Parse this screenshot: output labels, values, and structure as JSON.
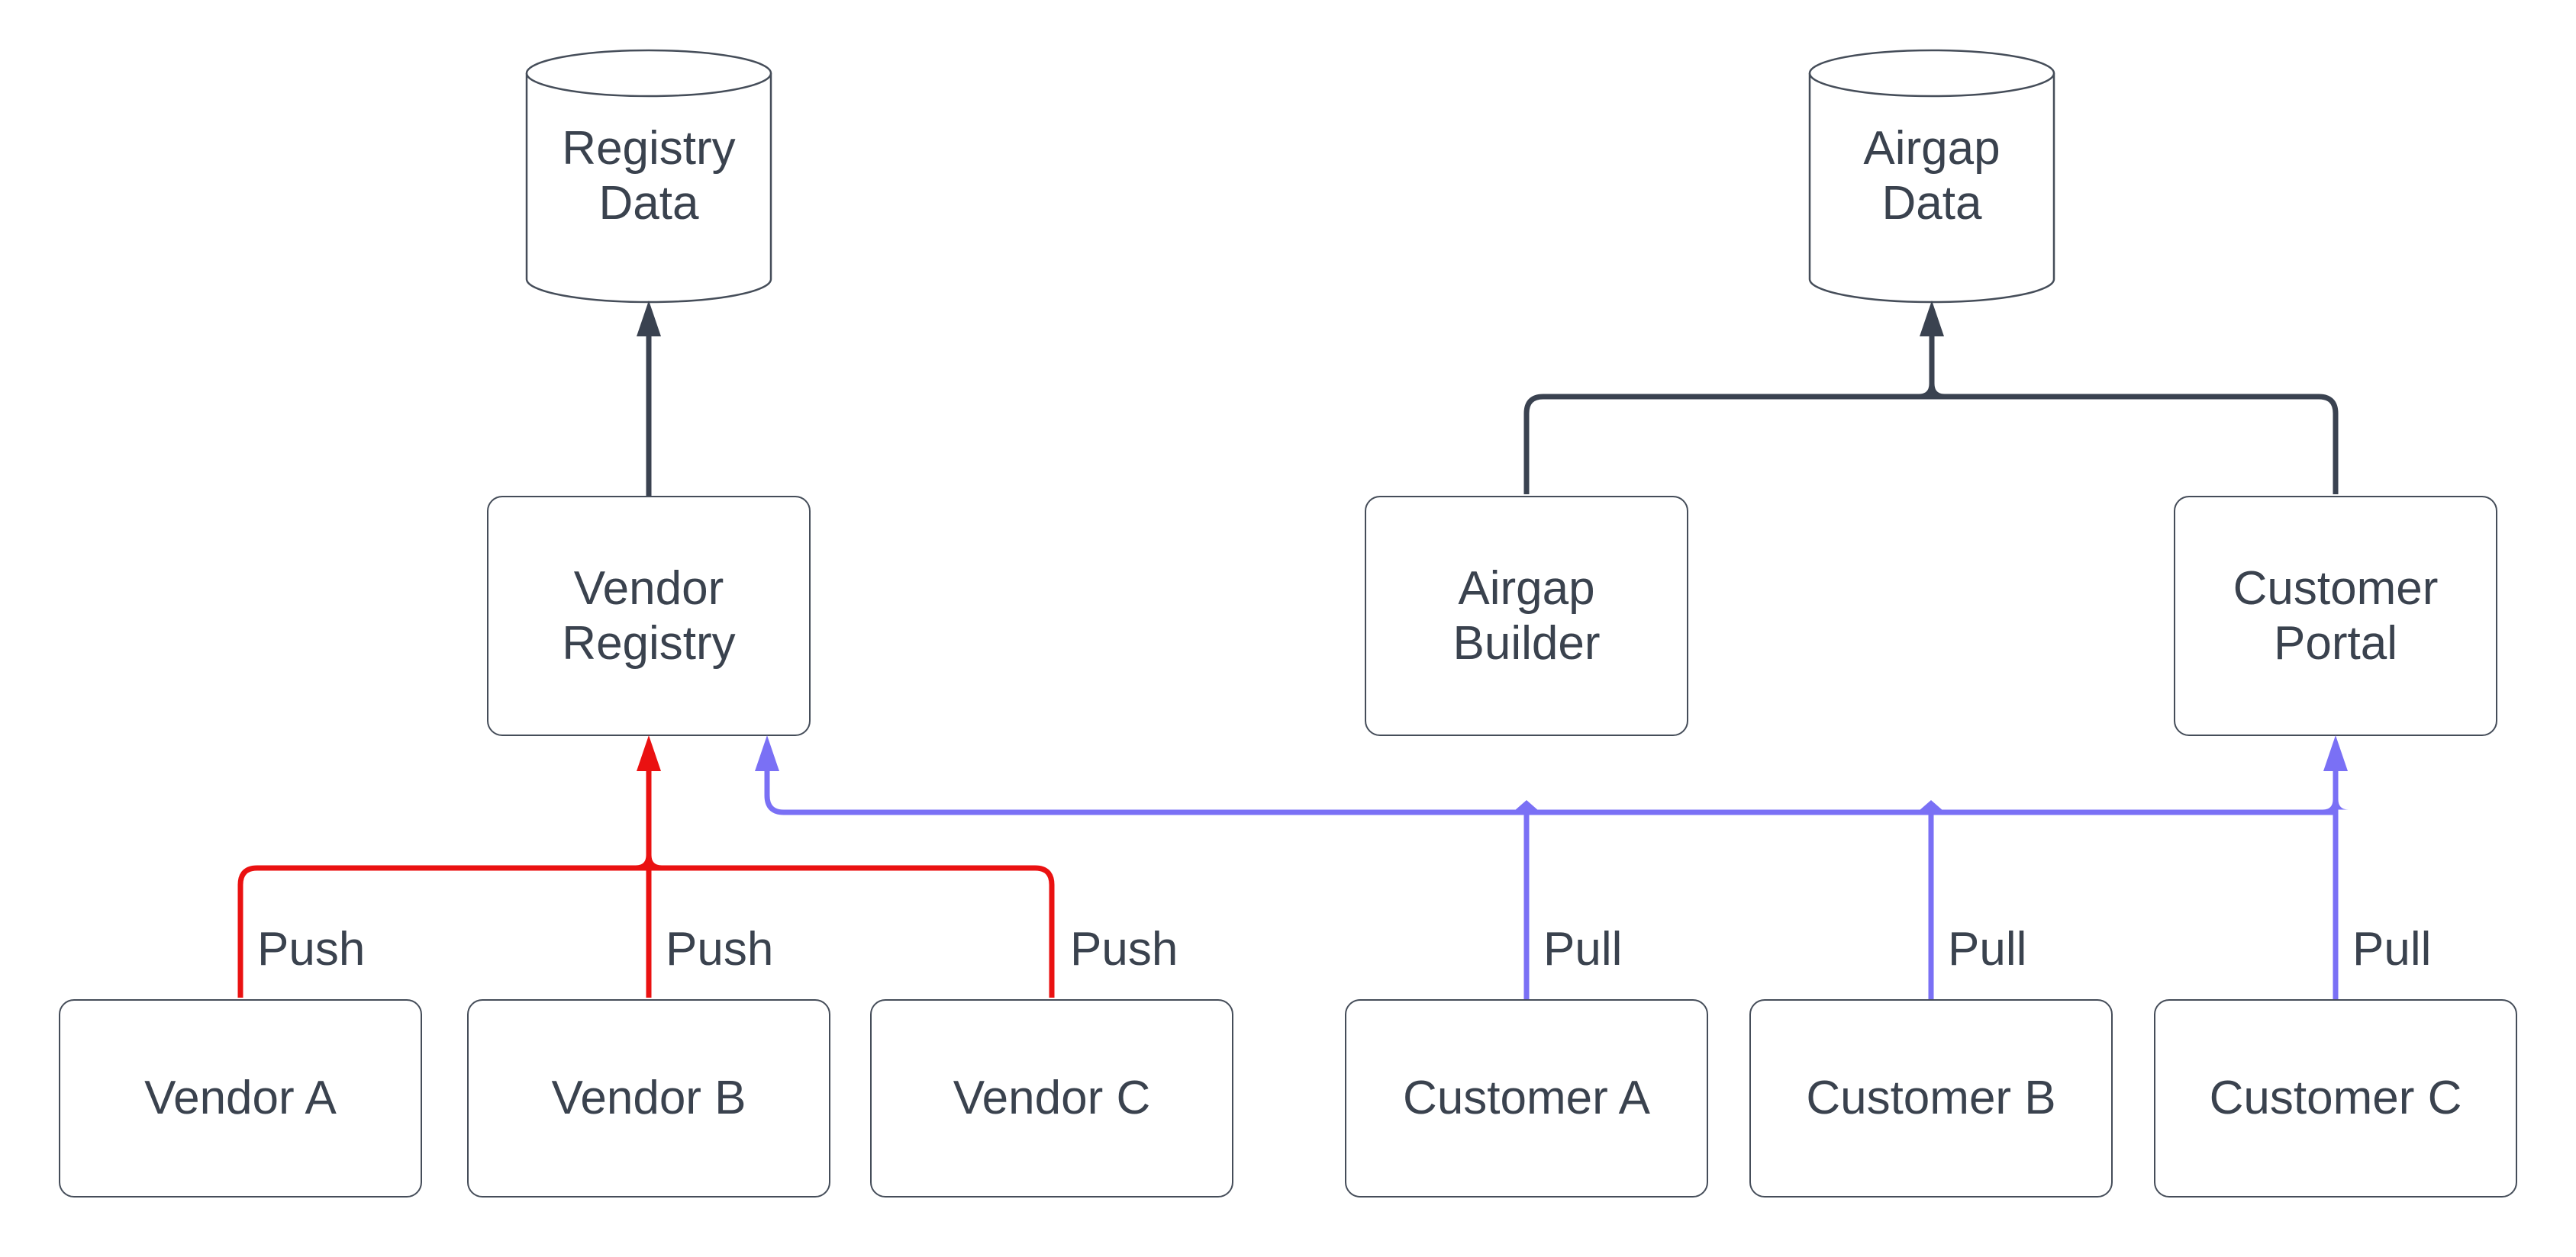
{
  "diagram": {
    "databases": {
      "registry_data": {
        "label": "Registry\nData"
      },
      "airgap_data": {
        "label": "Airgap\nData"
      }
    },
    "services": {
      "vendor_registry": {
        "label": "Vendor\nRegistry"
      },
      "airgap_builder": {
        "label": "Airgap\nBuilder"
      },
      "customer_portal": {
        "label": "Customer\nPortal"
      }
    },
    "vendors": [
      {
        "label": "Vendor A"
      },
      {
        "label": "Vendor B"
      },
      {
        "label": "Vendor C"
      }
    ],
    "customers": [
      {
        "label": "Customer A"
      },
      {
        "label": "Customer B"
      },
      {
        "label": "Customer C"
      }
    ],
    "edge_labels": {
      "push": [
        "Push",
        "Push",
        "Push"
      ],
      "pull": [
        "Pull",
        "Pull",
        "Pull"
      ]
    },
    "colors": {
      "push_edge": "#ea1111",
      "pull_edge": "#7a70f5",
      "dark_edge": "#3a4250",
      "node_border": "#454d59",
      "text": "#3a424e",
      "background": "#ffffff"
    }
  }
}
